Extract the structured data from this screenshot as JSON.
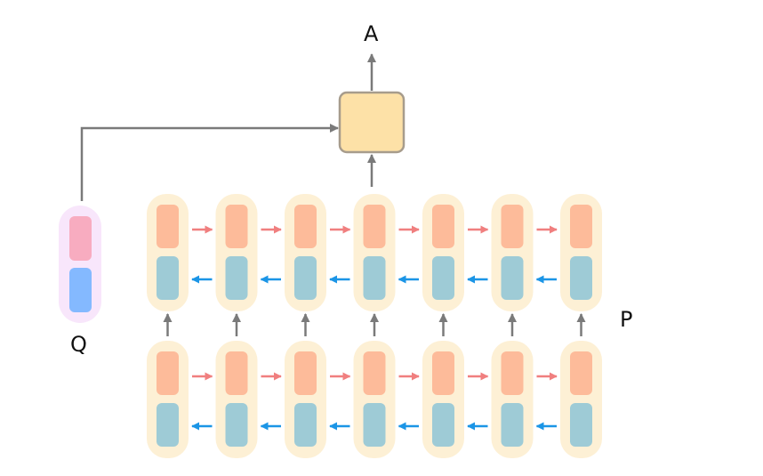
{
  "labels": {
    "answer": "A",
    "question": "Q",
    "passage": "P"
  },
  "structure": {
    "layers": 2,
    "cells_per_layer": 7
  },
  "colors": {
    "background": "#ffffff",
    "cell_bg": "#fdf0d5",
    "forward_state": "#fdbb9a",
    "backward_state": "#9ecbd6",
    "forward_arrow": "#f07f7f",
    "backward_arrow": "#1b95e6",
    "connector": "#7a7a7a",
    "output_box_fill": "#fde1a7",
    "output_box_stroke": "#a79c8c",
    "question_bg": "#f8e6fb",
    "question_top": "#f8acc0",
    "question_bottom": "#84b9ff"
  }
}
